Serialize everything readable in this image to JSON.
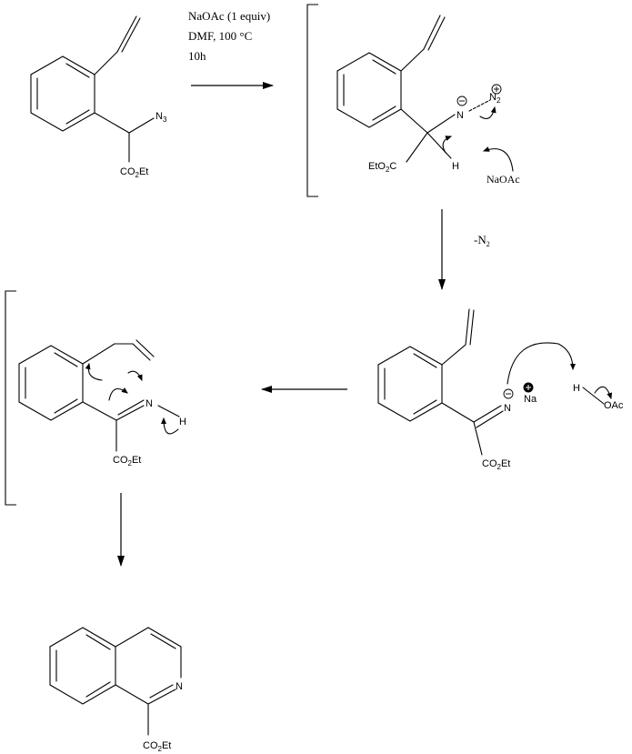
{
  "conditions": {
    "line1": "NaOAc (1 equiv)",
    "line2": "DMF, 100 °C",
    "line3": "10h"
  },
  "step2_label": "-N2",
  "labels": {
    "azide": "N3",
    "ester": "CO2Et",
    "ester_left": "EtO2C",
    "n_minus": "N",
    "n2_plus": "N2",
    "h": "H",
    "naoac": "NaOAc",
    "na": "Na",
    "oac": "OAc",
    "n": "N"
  }
}
